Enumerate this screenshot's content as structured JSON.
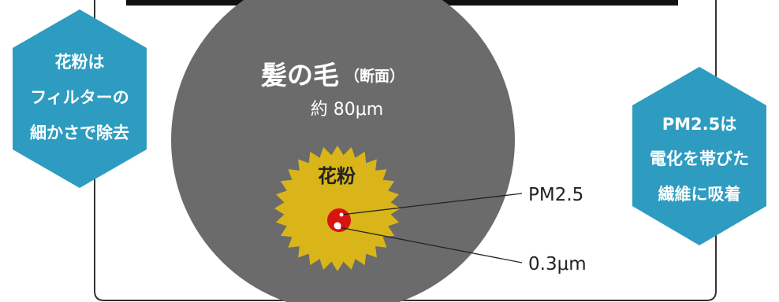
{
  "hair": {
    "title": "髪の毛",
    "title_suffix": "（断面）",
    "size": "約 80μm",
    "color": "#6b6b6b"
  },
  "pollen": {
    "label": "花粉",
    "color": "#d9b51a"
  },
  "particles": {
    "pm25_color": "#d8140f",
    "small_color": "#ffffff"
  },
  "callouts": {
    "pm25": "PM2.5",
    "size_03": "0.3μm"
  },
  "hex_left": {
    "lines": [
      "花粉は",
      "フィルターの",
      "細かさで除去"
    ],
    "color": "#2d9cc0"
  },
  "hex_right": {
    "lines": [
      "PM2.5は",
      "電化を帯びた",
      "繊維に吸着"
    ],
    "color": "#2d9cc0"
  },
  "frame": {
    "color": "#333333"
  }
}
